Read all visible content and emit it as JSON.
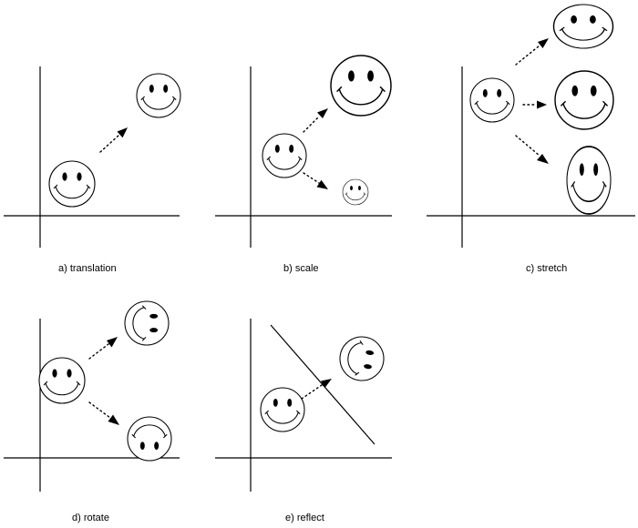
{
  "panels": [
    {
      "id": "translation",
      "caption": "a) translation"
    },
    {
      "id": "scale",
      "caption": "b) scale"
    },
    {
      "id": "stretch",
      "caption": "c) stretch"
    },
    {
      "id": "rotate",
      "caption": "d) rotate"
    },
    {
      "id": "reflect",
      "caption": "e) reflect"
    }
  ],
  "icons": {
    "face": "smiley-face-icon",
    "arrow": "dotted-arrow"
  },
  "colors": {
    "ink": "#000000",
    "background": "#ffffff"
  }
}
